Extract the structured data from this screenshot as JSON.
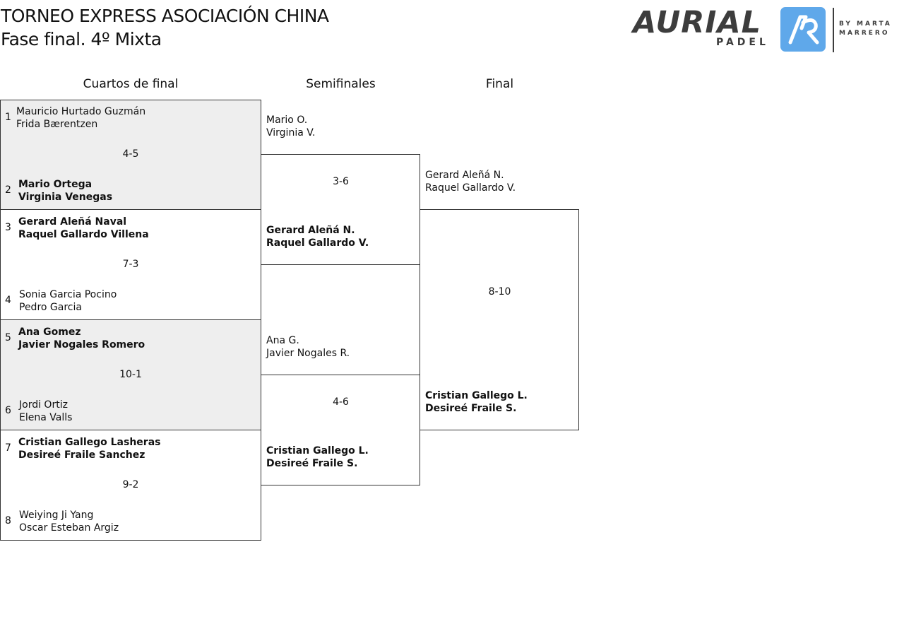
{
  "header": {
    "title": "TORNEO EXPRESS ASOCIACIÓN CHINA",
    "subtitle": "Fase final. 4º Mixta"
  },
  "logo": {
    "word": "AURIAL",
    "sub": "PADEL",
    "by": "BY MARTA\nMARRERO"
  },
  "columns": {
    "quarterfinals": "Cuartos de final",
    "semifinals": "Semifinales",
    "final": "Final"
  },
  "quarterfinals": [
    {
      "score": "4-5",
      "top": {
        "seed": "1",
        "p1": "Mauricio Hurtado Guzmán",
        "p2": "Frida Bærentzen"
      },
      "bottom": {
        "seed": "2",
        "p1": "Mario Ortega",
        "p2": "Virginia Venegas"
      }
    },
    {
      "score": "7-3",
      "top": {
        "seed": "3",
        "p1": "Gerard Aleñá Naval",
        "p2": "Raquel Gallardo Villena"
      },
      "bottom": {
        "seed": "4",
        "p1": "Sonia Garcia Pocino",
        "p2": "Pedro Garcia"
      }
    },
    {
      "score": "10-1",
      "top": {
        "seed": "5",
        "p1": "Ana Gomez",
        "p2": "Javier Nogales Romero"
      },
      "bottom": {
        "seed": "6",
        "p1": "Jordi Ortiz",
        "p2": "Elena Valls"
      }
    },
    {
      "score": "9-2",
      "top": {
        "seed": "7",
        "p1": "Cristian Gallego Lasheras",
        "p2": "Desireé Fraile Sanchez"
      },
      "bottom": {
        "seed": "8",
        "p1": "Weiying Ji Yang",
        "p2": "Oscar Esteban Argiz"
      }
    }
  ],
  "semifinals": [
    {
      "score": "3-6",
      "top": {
        "p1": "Mario O.",
        "p2": "Virginia V."
      },
      "bottom": {
        "p1": "Gerard Aleñá N.",
        "p2": "Raquel Gallardo V."
      }
    },
    {
      "score": "4-6",
      "top": {
        "p1": "Ana G.",
        "p2": "Javier Nogales R."
      },
      "bottom": {
        "p1": "Cristian Gallego L.",
        "p2": "Desireé Fraile S."
      }
    }
  ],
  "final": {
    "score": "8-10",
    "top": {
      "p1": "Gerard Aleñá N.",
      "p2": "Raquel Gallardo V."
    },
    "bottom": {
      "p1": "Cristian Gallego L.",
      "p2": "Desireé Fraile S."
    }
  }
}
